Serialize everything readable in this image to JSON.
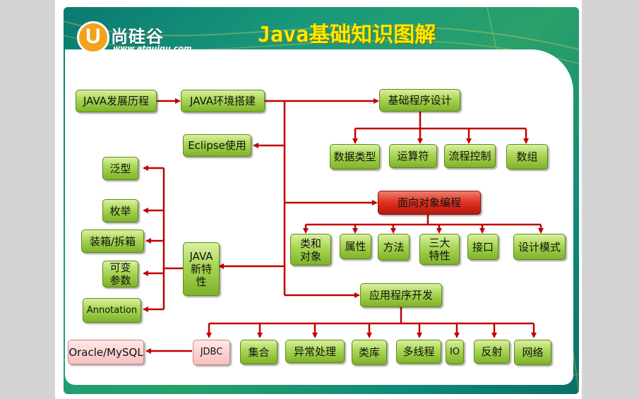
{
  "title": "Java基础知识图解",
  "logo": {
    "letter": "U",
    "name": "尚硅谷",
    "url": "www.atguigu.com"
  },
  "nodes": {
    "java_history": "JAVA发展历程",
    "java_env": "JAVA环境搭建",
    "eclipse": "Eclipse使用",
    "basic_programming": "基础程序设计",
    "data_types": "数据类型",
    "operators": "运算符",
    "flow_control": "流程控制",
    "arrays": "数组",
    "oop": "面向对象编程",
    "class_object": "类和\n对象",
    "attributes": "属性",
    "methods": "方法",
    "three_features": "三大\n特性",
    "interface": "接口",
    "design_patterns": "设计模式",
    "app_dev": "应用程序开发",
    "jdbc": "JDBC",
    "collections": "集合",
    "exceptions": "异常处理",
    "class_library": "类库",
    "multithreading": "多线程",
    "io": "IO",
    "reflection": "反射",
    "network": "网络",
    "oracle_mysql": "Oracle/MySQL",
    "java_new": "JAVA\n新特\n性",
    "generics": "泛型",
    "enum": "枚举",
    "boxing": "装箱/拆箱",
    "varargs": "可变\n参数",
    "annotation": "Annotation"
  },
  "colors": {
    "arrow": "#c00000",
    "node_green": "#a8d654",
    "node_red": "#e03020",
    "title": "#ffe800"
  }
}
